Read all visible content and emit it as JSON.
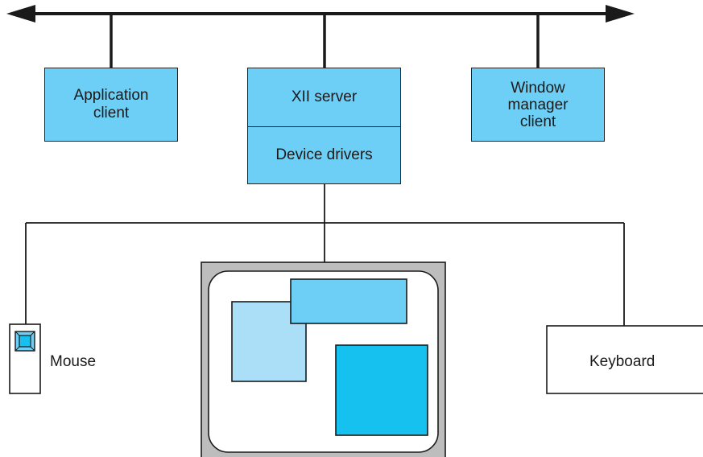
{
  "nodes": {
    "application_client": "Application\nclient",
    "x11_server": "XII server",
    "device_drivers": "Device drivers",
    "window_manager_client": "Window\nmanager\nclient",
    "mouse": "Mouse",
    "keyboard": "Keyboard"
  },
  "colors": {
    "box_fill": "#6dcff6",
    "window_light": "#abdff7",
    "window_mid": "#6dcff6",
    "window_dark": "#16c0ef",
    "monitor_frame": "#bdbdbd",
    "line": "#1a1a1a"
  }
}
